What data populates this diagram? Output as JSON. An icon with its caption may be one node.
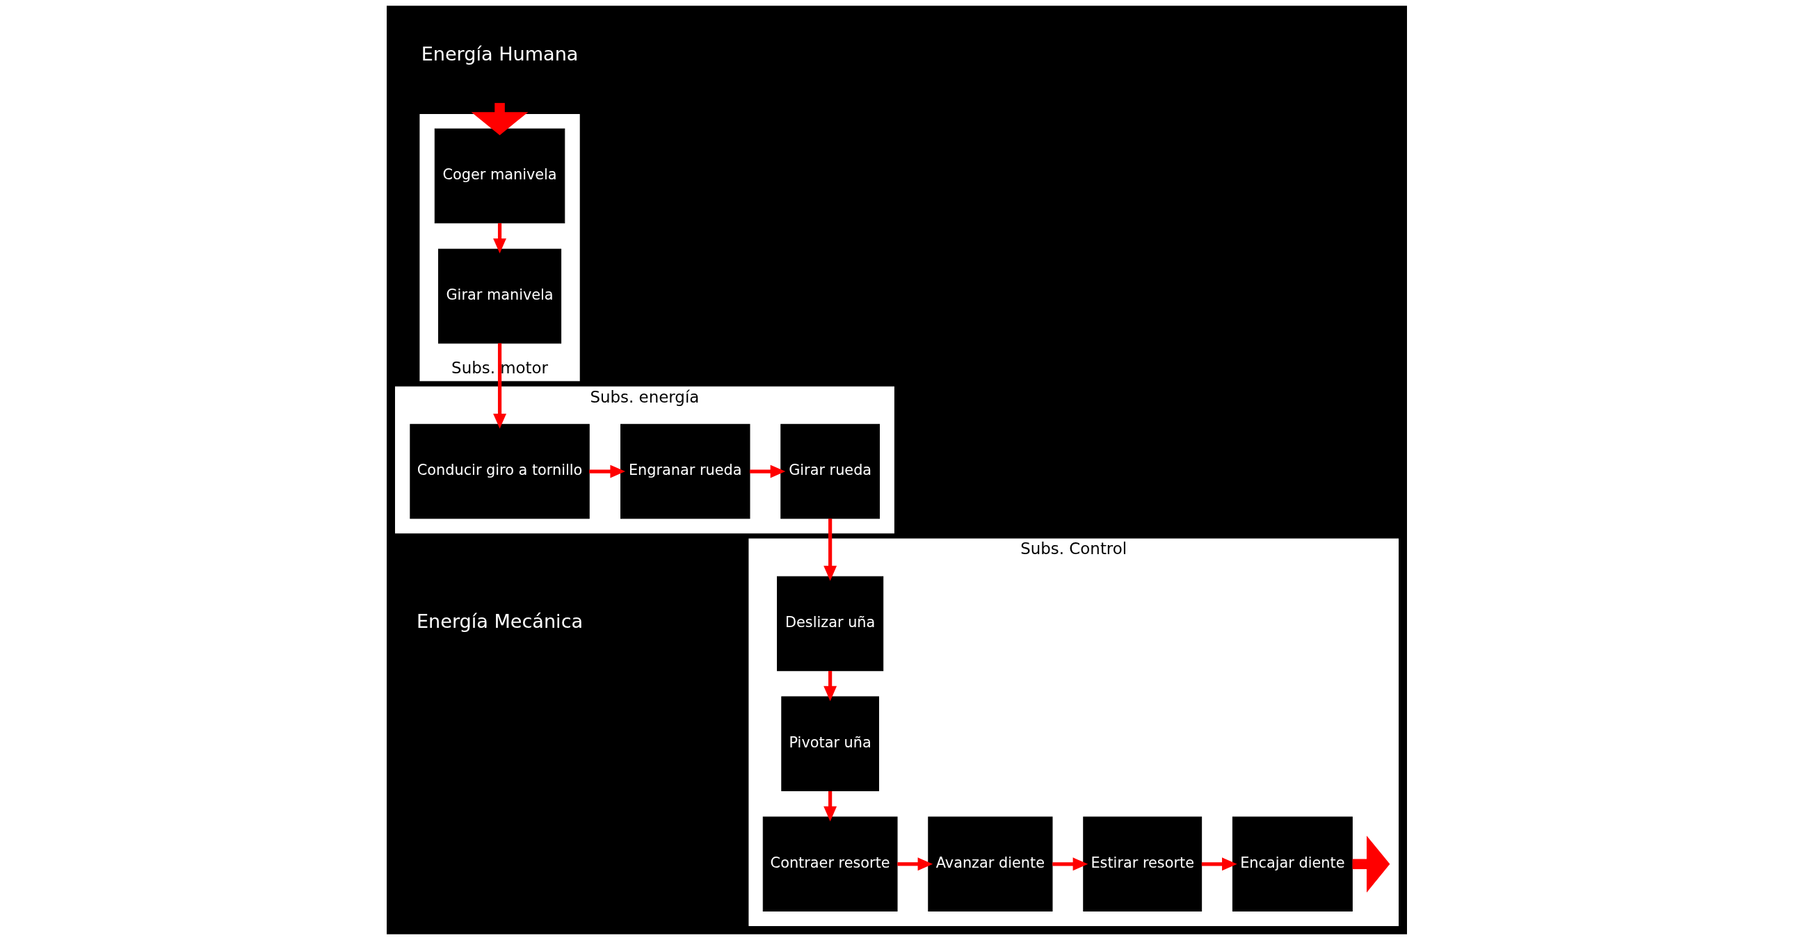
{
  "diagram": {
    "nodes": [
      {
        "text": [
          "Subs. motor"
        ]
      },
      {
        "text": [
          "Girar manivela"
        ],
        "in": 0
      },
      {
        "text": [
          "Coger manivela"
        ],
        "in": 0
      },
      {
        "text": [
          "Subs. energía"
        ]
      },
      {
        "text": [
          "Conducir giro a tornillo"
        ],
        "in": 3
      },
      {
        "text": [
          "Engranar rueda"
        ],
        "in": 3
      },
      {
        "text": [
          "Girar rueda"
        ],
        "in": 3
      },
      {
        "text": [
          "Subs. Control"
        ]
      },
      {
        "text": [
          "Deslizar uña"
        ],
        "in": 7
      },
      {
        "text": [
          "Pivotar uña"
        ],
        "in": 7
      },
      {
        "text": [
          "Contraer resorte"
        ],
        "in": 7
      },
      {
        "text": [
          "Avanzar diente"
        ],
        "in": 7
      },
      {
        "text": [
          "Estirar resorte"
        ],
        "in": 7
      },
      {
        "text": [
          "Encajar diente"
        ],
        "in": 7
      },
      {
        "text": [
          "Energía Humana"
        ]
      }
    ],
    "edges": [
      {
        "from": 2,
        "to": 1,
        "arrow": "to"
      },
      {
        "from": 1,
        "to": 4,
        "arrow": "to"
      },
      {
        "from": 4,
        "to": 5,
        "arrow": "to"
      },
      {
        "from": 5,
        "to": 6,
        "arrow": "to"
      },
      {
        "from": 6,
        "to": 8,
        "arrow": "to"
      },
      {
        "from": 8,
        "to": 9,
        "arrow": "to"
      },
      {
        "from": 9,
        "to": 10,
        "arrow": "to"
      },
      {
        "from": 10,
        "to": 11,
        "arrow": "to"
      },
      {
        "from": 11,
        "to": 12,
        "arrow": "to"
      },
      {
        "from": 12,
        "to": 13,
        "arrow": "to"
      },
      {
        "from": 13,
        "to": null,
        "arrow": "to",
        "style": "thick"
      },
      {
        "from": 14,
        "to": 2,
        "arrow": "to",
        "style": "thick"
      }
    ],
    "labels": [
      "Energía Mecánica"
    ]
  }
}
